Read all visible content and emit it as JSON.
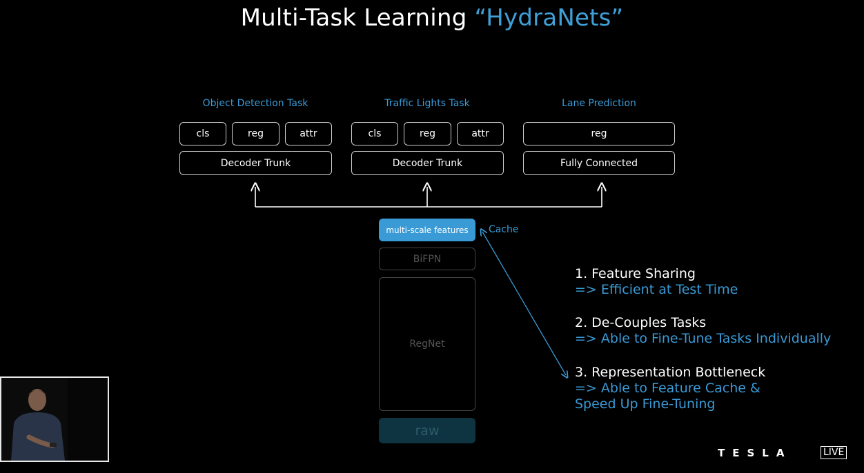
{
  "title": {
    "main": "Multi-Task Learning ",
    "accent": "“HydraNets”"
  },
  "tasks": [
    {
      "label": "Object Detection Task",
      "heads": [
        "cls",
        "reg",
        "attr"
      ],
      "trunk": "Decoder Trunk"
    },
    {
      "label": "Traffic Lights Task",
      "heads": [
        "cls",
        "reg",
        "attr"
      ],
      "trunk": "Decoder Trunk"
    },
    {
      "label": "Lane Prediction",
      "heads": [
        "reg"
      ],
      "trunk": "Fully Connected"
    }
  ],
  "backbone": {
    "features": "multi-scale features",
    "bifpn": "BiFPN",
    "regnet": "RegNet",
    "raw": "raw",
    "cache_label": "Cache"
  },
  "points": [
    {
      "heading": "1. Feature Sharing",
      "lines": [
        "=> Efficient at Test Time"
      ]
    },
    {
      "heading": "2. De-Couples Tasks",
      "lines": [
        "=> Able to Fine-Tune Tasks Individually"
      ]
    },
    {
      "heading": "3. Representation Bottleneck",
      "lines": [
        "=> Able to Feature Cache &",
        "Speed Up Fine-Tuning"
      ]
    }
  ],
  "branding": {
    "logo": "TESLA",
    "live": "LIVE"
  },
  "colors": {
    "accent": "#3a9ad6",
    "background": "#000000"
  }
}
